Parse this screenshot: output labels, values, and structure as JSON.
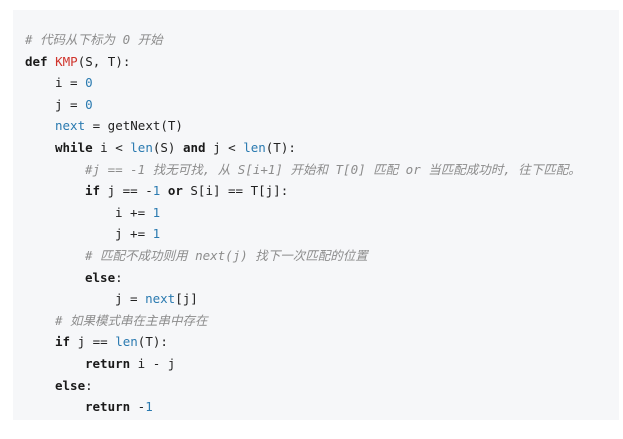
{
  "code": {
    "lines": [
      {
        "indent": 0,
        "tokens": [
          {
            "t": "# 代码从下标为 0 开始",
            "c": "cm"
          }
        ]
      },
      {
        "indent": 0,
        "tokens": [
          {
            "t": "def",
            "c": "kw"
          },
          {
            "t": " "
          },
          {
            "t": "KMP",
            "c": "fn"
          },
          {
            "t": "(S, T):"
          }
        ]
      },
      {
        "indent": 1,
        "tokens": [
          {
            "t": "i = "
          },
          {
            "t": "0",
            "c": "num"
          }
        ]
      },
      {
        "indent": 1,
        "tokens": [
          {
            "t": "j = "
          },
          {
            "t": "0",
            "c": "num"
          }
        ]
      },
      {
        "indent": 1,
        "tokens": [
          {
            "t": "next",
            "c": "bi"
          },
          {
            "t": " = getNext(T)"
          }
        ]
      },
      {
        "indent": 1,
        "tokens": [
          {
            "t": "while",
            "c": "kw"
          },
          {
            "t": " i < "
          },
          {
            "t": "len",
            "c": "bi"
          },
          {
            "t": "(S) "
          },
          {
            "t": "and",
            "c": "kw"
          },
          {
            "t": " j < "
          },
          {
            "t": "len",
            "c": "bi"
          },
          {
            "t": "(T):"
          }
        ]
      },
      {
        "indent": 2,
        "tokens": [
          {
            "t": "#j == -1 找无可找, 从 S[i+1] 开始和 T[0] 匹配 or 当匹配成功时, 往下匹配。",
            "c": "cm"
          }
        ]
      },
      {
        "indent": 2,
        "tokens": [
          {
            "t": "if",
            "c": "kw"
          },
          {
            "t": " j == -"
          },
          {
            "t": "1",
            "c": "num"
          },
          {
            "t": " "
          },
          {
            "t": "or",
            "c": "kw"
          },
          {
            "t": " S[i] == T[j]:"
          }
        ]
      },
      {
        "indent": 3,
        "tokens": [
          {
            "t": "i += "
          },
          {
            "t": "1",
            "c": "num"
          }
        ]
      },
      {
        "indent": 3,
        "tokens": [
          {
            "t": "j += "
          },
          {
            "t": "1",
            "c": "num"
          }
        ]
      },
      {
        "indent": 2,
        "tokens": [
          {
            "t": "# 匹配不成功则用 next(j) 找下一次匹配的位置",
            "c": "cm"
          }
        ]
      },
      {
        "indent": 2,
        "tokens": [
          {
            "t": "else",
            "c": "kw"
          },
          {
            "t": ":"
          }
        ]
      },
      {
        "indent": 3,
        "tokens": [
          {
            "t": "j = "
          },
          {
            "t": "next",
            "c": "bi"
          },
          {
            "t": "[j]"
          }
        ]
      },
      {
        "indent": 1,
        "tokens": [
          {
            "t": "# 如果模式串在主串中存在",
            "c": "cm"
          }
        ]
      },
      {
        "indent": 1,
        "tokens": [
          {
            "t": "if",
            "c": "kw"
          },
          {
            "t": " j == "
          },
          {
            "t": "len",
            "c": "bi"
          },
          {
            "t": "(T):"
          }
        ]
      },
      {
        "indent": 2,
        "tokens": [
          {
            "t": "return",
            "c": "kw"
          },
          {
            "t": " i - j"
          }
        ]
      },
      {
        "indent": 1,
        "tokens": [
          {
            "t": "else",
            "c": "kw"
          },
          {
            "t": ":"
          }
        ]
      },
      {
        "indent": 2,
        "tokens": [
          {
            "t": "return",
            "c": "kw"
          },
          {
            "t": " -"
          },
          {
            "t": "1",
            "c": "num"
          }
        ]
      }
    ]
  }
}
